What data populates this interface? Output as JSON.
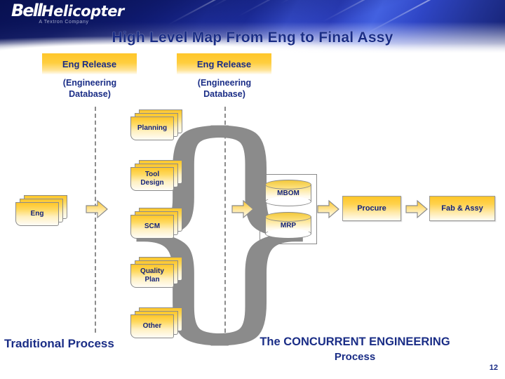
{
  "slide": {
    "title": "High Level Map From Eng to Final Assy",
    "page_number": "12",
    "logo": {
      "brand": "Bell",
      "product": "Helicopter",
      "tagline": "A Textron Company"
    },
    "captions": {
      "left": "Traditional Process",
      "right_line1": "The CONCURRENT ENGINEERING",
      "right_line2": "Process"
    },
    "release_boxes": [
      {
        "title": "Eng Release",
        "subtitle_line1": "(Engineering",
        "subtitle_line2": "Database)"
      },
      {
        "title": "Eng Release",
        "subtitle_line1": "(Engineering",
        "subtitle_line2": "Database)"
      }
    ],
    "eng_stack": {
      "label": "Eng"
    },
    "doc_stacks": [
      {
        "label": "Planning"
      },
      {
        "label_line1": "Tool",
        "label_line2": "Design"
      },
      {
        "label": "SCM"
      },
      {
        "label_line1": "Quality",
        "label_line2": "Plan"
      },
      {
        "label": "Other"
      }
    ],
    "databases": [
      {
        "label": "MBOM"
      },
      {
        "label": "MRP"
      }
    ],
    "process_boxes": [
      {
        "label": "Procure"
      },
      {
        "label": "Fab & Assy"
      }
    ],
    "colors": {
      "gold": "#FFC629",
      "navy": "#1A2D86",
      "banner_blue": "#16249A",
      "outline_gray": "#8B8B8B"
    }
  }
}
